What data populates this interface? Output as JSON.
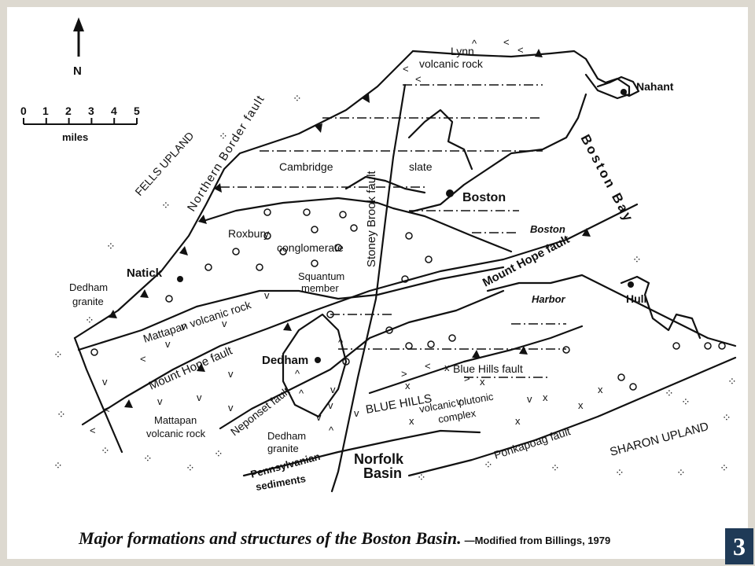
{
  "north_arrow": {
    "label": "N"
  },
  "scale_bar": {
    "ticks": [
      "0",
      "1",
      "2",
      "3",
      "4",
      "5"
    ],
    "unit": "miles"
  },
  "regions": {
    "fells_upland": "FELLS UPLAND",
    "sharon_upland": "SHARON UPLAND",
    "boston_bay": "Boston Bay",
    "boston_harbor_1": "Boston",
    "boston_harbor_2": "Harbor",
    "blue_hills": "BLUE HILLS",
    "norfolk_basin_1": "Norfolk",
    "norfolk_basin_2": "Basin"
  },
  "places": {
    "nahant": "Nahant",
    "boston": "Boston",
    "natick": "Natick",
    "dedham": "Dedham",
    "hull": "Hull"
  },
  "rock_units": {
    "lynn_1": "Lynn",
    "lynn_2": "volcanic rock",
    "cambridge": "Cambridge",
    "slate": "slate",
    "roxbury": "Roxbury",
    "conglomerate": "conglomerate",
    "dedham_granite_nw_1": "Dedham",
    "dedham_granite_nw_2": "granite",
    "squantum_1": "Squantum",
    "squantum_2": "member",
    "mattapan_main": "Mattapan volcanic rock",
    "mattapan_sw_1": "Mattapan",
    "mattapan_sw_2": "volcanic rock",
    "dedham_granite_s_1": "Dedham",
    "dedham_granite_s_2": "granite",
    "bh_complex_1": "volcanic plutonic",
    "bh_complex_2": "complex",
    "penn_1": "Pennsylvanian",
    "penn_2": "sediments"
  },
  "faults": {
    "northern_border": "Northern Border fault",
    "stoney_brook": "Stoney Brook fault",
    "mount_hope_w": "Mount Hope fault",
    "mount_hope_e": "Mount Hope fault",
    "neponset": "Neponset fault",
    "blue_hills": "Blue Hills fault",
    "ponkapoag": "Ponkapoag fault"
  },
  "caption": {
    "title": "Major formations and structures of the Boston Basin.",
    "source": "—Modified from Billings, 1979"
  },
  "slide_number": "3",
  "colors": {
    "ink": "#111111",
    "paper": "#ffffff",
    "backdrop": "#ddd9d0",
    "badge": "#1f3a57"
  }
}
